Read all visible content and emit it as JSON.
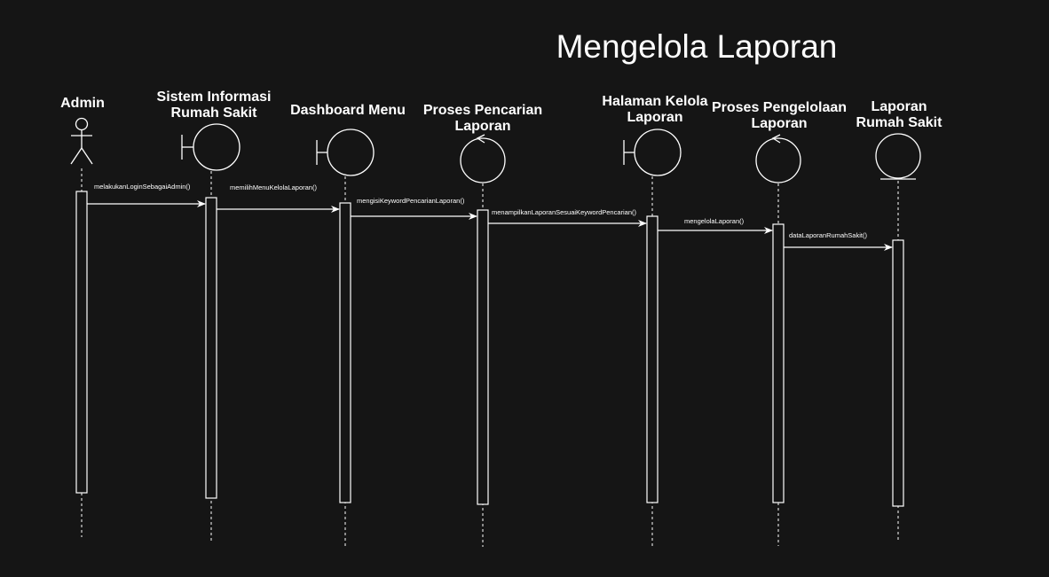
{
  "diagram": {
    "title": "Mengelola Laporan",
    "colors": {
      "background": "#151515",
      "stroke": "#ffffff",
      "text": "#ffffff"
    },
    "participants": [
      {
        "id": "admin",
        "label": "Admin",
        "shape": "actor"
      },
      {
        "id": "sirs",
        "label": "Sistem Informasi\nRumah Sakit",
        "shape": "boundary"
      },
      {
        "id": "dashboard",
        "label": "Dashboard Menu",
        "shape": "boundary"
      },
      {
        "id": "pencarian",
        "label": "Proses Pencarian\nLaporan",
        "shape": "control"
      },
      {
        "id": "halaman",
        "label": "Halaman Kelola\nLaporan",
        "shape": "boundary"
      },
      {
        "id": "pengelolaan",
        "label": "Proses Pengelolaan\nLaporan",
        "shape": "control"
      },
      {
        "id": "laporan",
        "label": "Laporan\nRumah Sakit",
        "shape": "entity"
      }
    ],
    "messages": [
      {
        "from": "admin",
        "to": "sirs",
        "label": "melakukanLoginSebagaiAdmin()"
      },
      {
        "from": "sirs",
        "to": "dashboard",
        "label": "memilihMenuKelolaLaporan()"
      },
      {
        "from": "dashboard",
        "to": "pencarian",
        "label": "mengisiKeywordPencarianLaporan()"
      },
      {
        "from": "pencarian",
        "to": "halaman",
        "label": "menampilkanLaporanSesuaiKeywordPencarian()"
      },
      {
        "from": "halaman",
        "to": "pengelolaan",
        "label": "mengelolaLaporan()"
      },
      {
        "from": "pengelolaan",
        "to": "laporan",
        "label": "dataLaporanRumahSakit()"
      }
    ]
  }
}
